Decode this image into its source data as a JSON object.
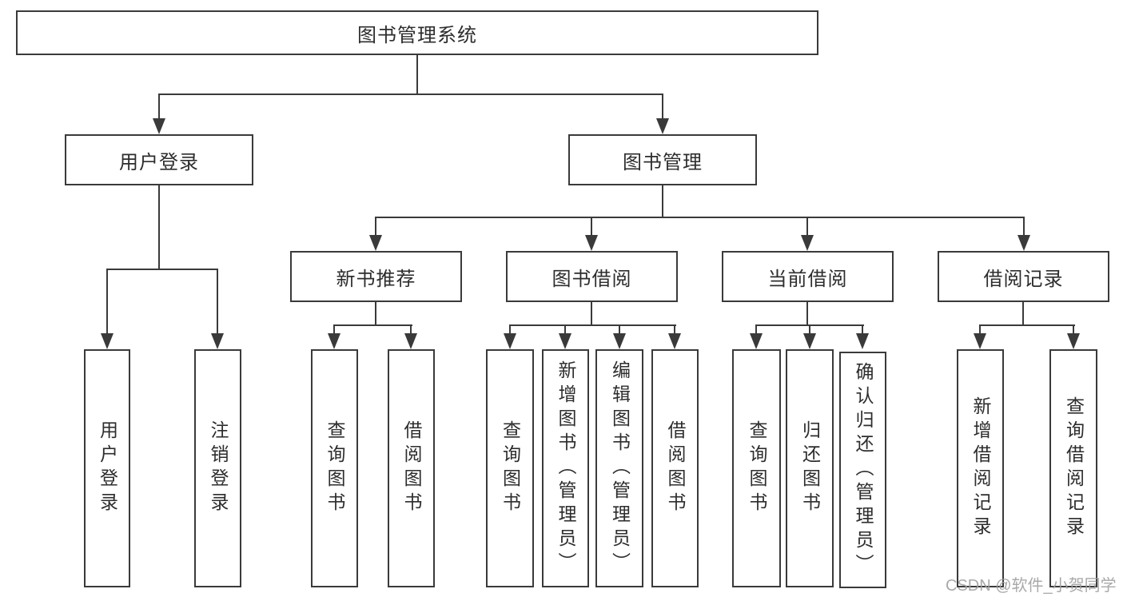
{
  "tree": {
    "root": {
      "label": "图书管理系统"
    },
    "level1": [
      {
        "label": "用户登录"
      },
      {
        "label": "图书管理"
      }
    ],
    "level2": [
      {
        "label": "新书推荐"
      },
      {
        "label": "图书借阅"
      },
      {
        "label": "当前借阅"
      },
      {
        "label": "借阅记录"
      }
    ],
    "leaves": {
      "login": [
        "用户登录",
        "注销登录"
      ],
      "recommend": [
        "查询图书",
        "借阅图书"
      ],
      "borrow": [
        "查询图书",
        "新增图书（管理员）",
        "编辑图书（管理员）",
        "借阅图书"
      ],
      "current": [
        "查询图书",
        "归还图书",
        "确认归还（管理员）"
      ],
      "record": [
        "新增借阅记录",
        "查询借阅记录"
      ]
    }
  },
  "watermark": {
    "label": "CSDN @软件_小贺同学"
  },
  "colors": {
    "line": "#3a3a3a",
    "box_border": "#3a3a3a",
    "text": "#2d2d2d",
    "background": "#ffffff",
    "watermark": "#a0a0a0"
  }
}
